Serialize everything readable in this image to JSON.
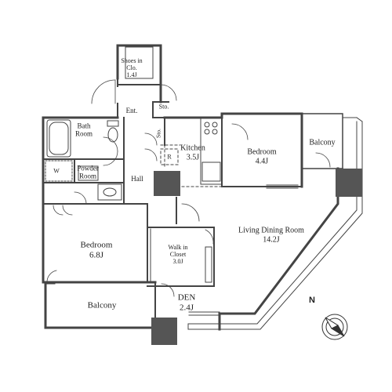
{
  "rooms": {
    "shoes": {
      "line1": "Shoes in",
      "line2": "Clo.",
      "area": "1.4J"
    },
    "entrance": {
      "label": "Ent."
    },
    "storage_top": {
      "label": "Sto."
    },
    "storage_side": {
      "label": "Sto."
    },
    "bath": {
      "line1": "Bath",
      "line2": "Room"
    },
    "powder": {
      "line1": "Powder",
      "line2": "Room"
    },
    "kitchen": {
      "label": "Kitchen",
      "area": "3.5J"
    },
    "bedroom_top": {
      "label": "Bedroom",
      "area": "4.4J"
    },
    "balcony_right": {
      "label": "Balcony"
    },
    "hall": {
      "label": "Hall"
    },
    "bedroom_left": {
      "label": "Bedroom",
      "area": "6.8J"
    },
    "walk_in_closet": {
      "line1": "Walk in",
      "line2": "Closet",
      "area": "3.0J"
    },
    "living": {
      "label": "Living Dining Room",
      "area": "14.2J"
    },
    "den": {
      "label": "DEN",
      "area": "2.4J"
    },
    "balcony_bottom": {
      "label": "Balcony"
    }
  },
  "fixtures": {
    "washer": "W",
    "fridge": "R"
  },
  "compass": {
    "north": "N"
  }
}
